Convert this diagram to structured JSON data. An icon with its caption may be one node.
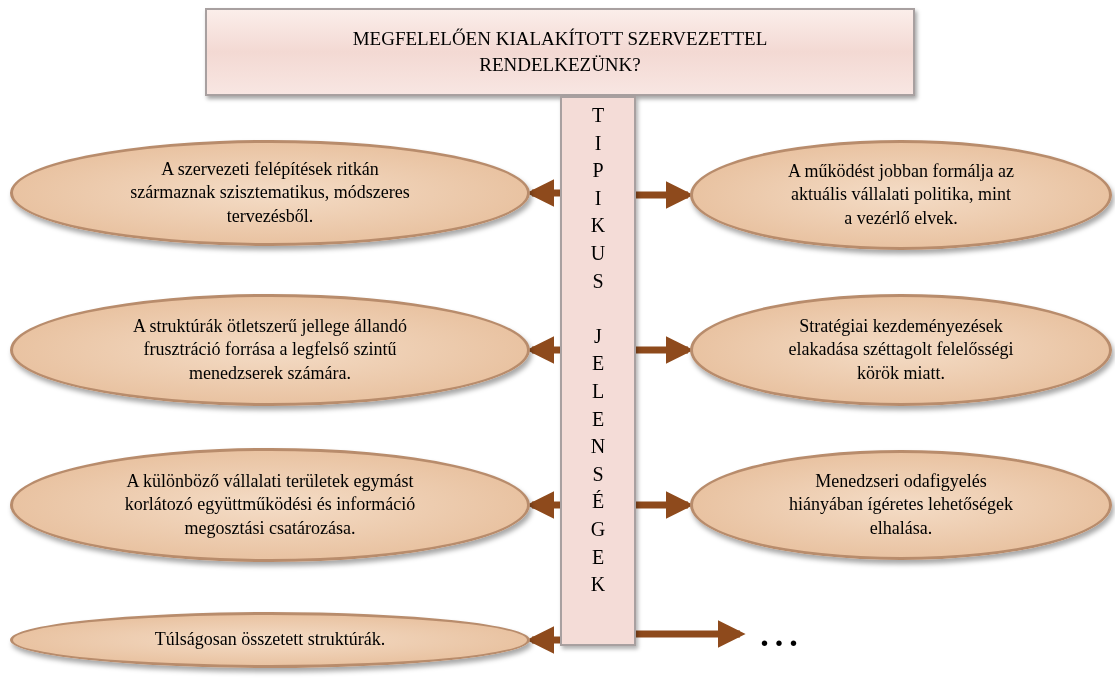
{
  "diagram": {
    "nodes": [
      {
        "text": [
          "MEGFELELŐEN KIALAKÍTOTT SZERVEZETTEL RENDELKEZÜNK?"
        ]
      },
      {
        "text": [
          "TIPIKUS JELENSÉGEK"
        ]
      },
      {
        "text": [
          "A szervezeti felépítések ritkán származnak szisztematikus, módszeres tervezésből."
        ]
      },
      {
        "text": [
          "A működést jobban formálja az aktuális vállalati politika, mint a vezérlő elvek."
        ]
      },
      {
        "text": [
          "A struktúrák ötletszerű jellege állandó frusztráció forrása a legfelső szintű menedzserek számára."
        ]
      },
      {
        "text": [
          "Stratégiai kezdeményezések elakadása széttagolt felelősségi körök miatt."
        ]
      },
      {
        "text": [
          "A különböző vállalati területek egymást korlátozó együttműködési és információ megosztási csatározása."
        ]
      },
      {
        "text": [
          "Menedzseri odafigyelés hiányában ígéretes lehetőségek elhalása."
        ]
      },
      {
        "text": [
          "Túlságosan összetett struktúrák."
        ]
      },
      {
        "text": [
          "..."
        ]
      }
    ],
    "edges": [
      {
        "from": 1,
        "to": 2,
        "arrow": "to"
      },
      {
        "from": 1,
        "to": 3,
        "arrow": "to"
      },
      {
        "from": 1,
        "to": 4,
        "arrow": "to"
      },
      {
        "from": 1,
        "to": 5,
        "arrow": "to"
      },
      {
        "from": 1,
        "to": 6,
        "arrow": "to"
      },
      {
        "from": 1,
        "to": 7,
        "arrow": "to"
      },
      {
        "from": 1,
        "to": 8,
        "arrow": "to"
      },
      {
        "from": 1,
        "to": 9,
        "arrow": "to"
      }
    ]
  }
}
